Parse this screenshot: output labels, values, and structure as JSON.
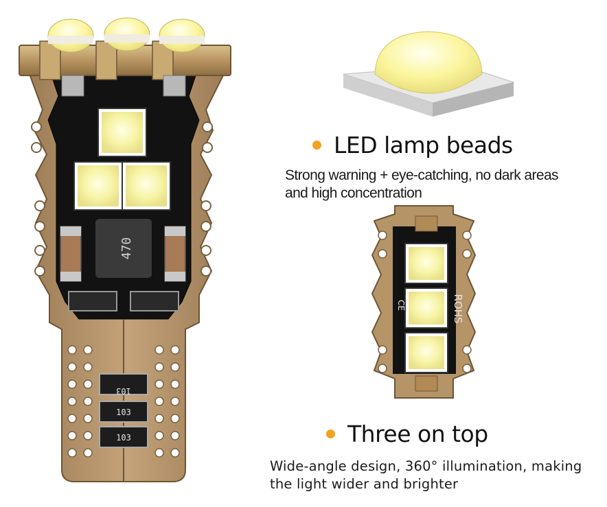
{
  "sections": [
    {
      "heading": "LED lamp beads",
      "description": [
        "Strong warning + eye-catching, no dark areas",
        "and high concentration"
      ]
    },
    {
      "heading": "Three on top",
      "description": [
        "Wide-angle design, 360° illumination, making",
        "the light wider and brighter"
      ]
    }
  ],
  "bulb_markings": {
    "inductor": "470",
    "resistors": [
      "103",
      "103",
      "103"
    ]
  },
  "small_board_markings": {
    "rohs": "ROHS",
    "ce": "CE"
  },
  "colors": {
    "accent_dot": "#f4a11d",
    "pcb_black": "#111111",
    "board_tan": "#b59468",
    "led_yellow": "#f4f3a6"
  }
}
